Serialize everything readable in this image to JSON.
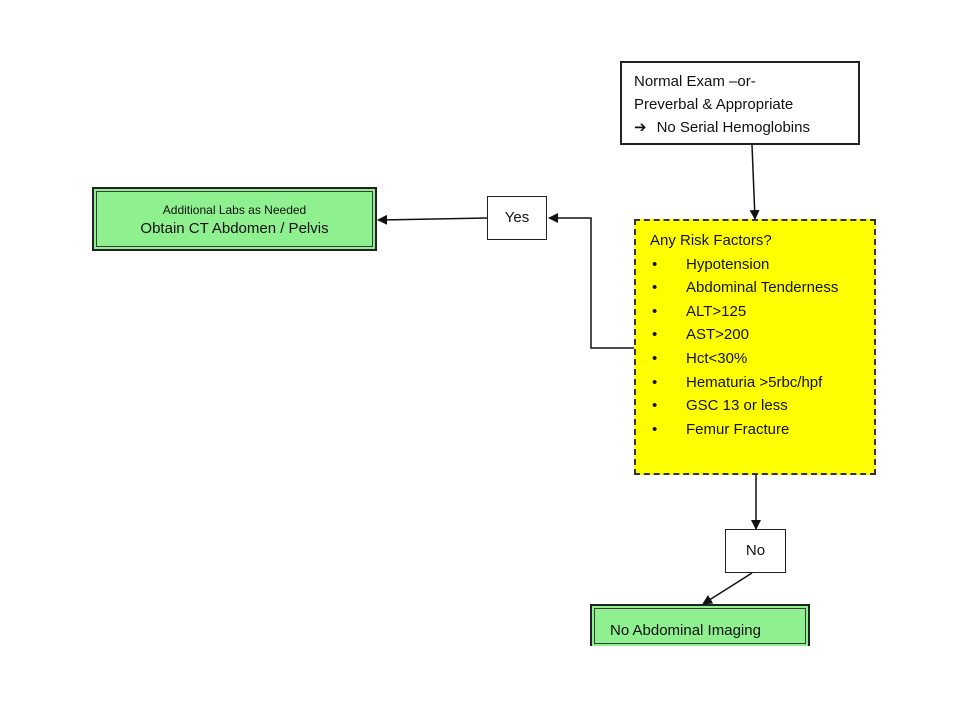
{
  "diagram": {
    "start": {
      "line1": "Normal Exam –or-",
      "line2": "Preverbal & Appropriate",
      "arrow": "➔",
      "line3": "No Serial Hemoglobins"
    },
    "risk": {
      "title": "Any Risk Factors?",
      "items": [
        "Hypotension",
        "Abdominal Tenderness",
        "ALT>125",
        "AST>200",
        "Hct<30%",
        "Hematuria >5rbc/hpf",
        "GSC 13 or less",
        "Femur Fracture"
      ],
      "fill": "#ffff00"
    },
    "yes_label": "Yes",
    "no_label": "No",
    "ct_box": {
      "line1": "Additional Labs as Needed",
      "line2": "Obtain CT Abdomen / Pelvis",
      "fill": "#8ff08f"
    },
    "no_imaging": {
      "label": "No Abdominal Imaging",
      "fill": "#8ff08f"
    }
  }
}
